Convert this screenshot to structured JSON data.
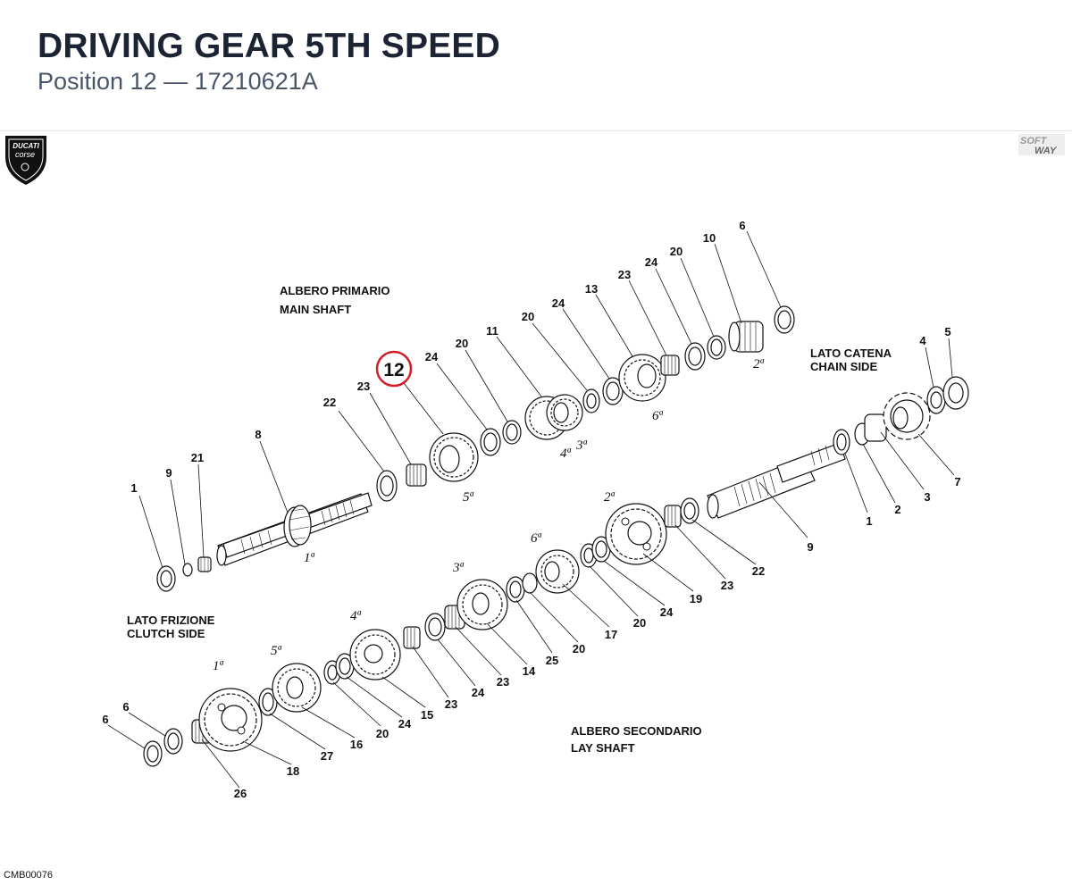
{
  "header": {
    "title": "DRIVING GEAR 5TH SPEED",
    "subtitle": "Position 12 — 17210621A"
  },
  "logos": {
    "left": "ducati-corse-logo",
    "right": "softway-logo"
  },
  "labels": {
    "main_it": "ALBERO PRIMARIO",
    "main_en": "MAIN SHAFT",
    "chain_it": "LATO CATENA",
    "chain_en": "CHAIN SIDE",
    "clutch_it": "LATO FRIZIONE",
    "clutch_en": "CLUTCH SIDE",
    "lay_it": "ALBERO SECONDARIO",
    "lay_en": "LAY SHAFT"
  },
  "highlight": {
    "number": "12",
    "color": "#d0202a"
  },
  "callouts": [
    "1",
    "9",
    "21",
    "8",
    "22",
    "23",
    "24",
    "20",
    "11",
    "20",
    "24",
    "13",
    "23",
    "24",
    "20",
    "10",
    "6",
    "4",
    "5",
    "7",
    "3",
    "2",
    "1",
    "9",
    "22",
    "23",
    "19",
    "24",
    "20",
    "17",
    "20",
    "25",
    "14",
    "23",
    "24",
    "23",
    "15",
    "24",
    "20",
    "16",
    "27",
    "18",
    "26",
    "6",
    "6"
  ],
  "ordinals": [
    "1ª",
    "5ª",
    "4ª",
    "3ª",
    "6ª",
    "2ª",
    "2ª",
    "6ª",
    "3ª",
    "4ª",
    "5ª",
    "1ª"
  ],
  "footer": {
    "code": "CMB00076"
  }
}
